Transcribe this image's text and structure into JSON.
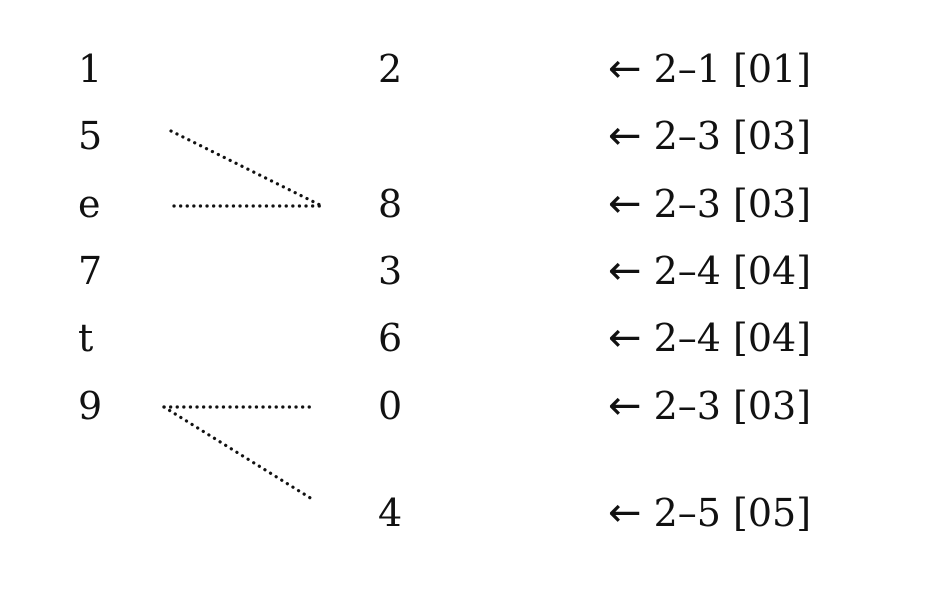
{
  "left_column": [
    "1",
    "5",
    "e",
    "7",
    "t",
    "9"
  ],
  "middle_column": [
    "2",
    "8",
    "3",
    "6",
    "0",
    "4"
  ],
  "right_column": [
    {
      "arrow": "←",
      "label": "2–1 [01]"
    },
    {
      "arrow": "←",
      "label": "2–3 [03]"
    },
    {
      "arrow": "←",
      "label": "2–3 [03]"
    },
    {
      "arrow": "←",
      "label": "2–4 [04]"
    },
    {
      "arrow": "←",
      "label": "2–4 [04]"
    },
    {
      "arrow": "←",
      "label": "2–3 [03]"
    },
    {
      "arrow": "←",
      "label": "2–5 [05]"
    }
  ],
  "colors": {
    "text": "#111111",
    "connector": "#111111",
    "background": "#ffffff"
  }
}
